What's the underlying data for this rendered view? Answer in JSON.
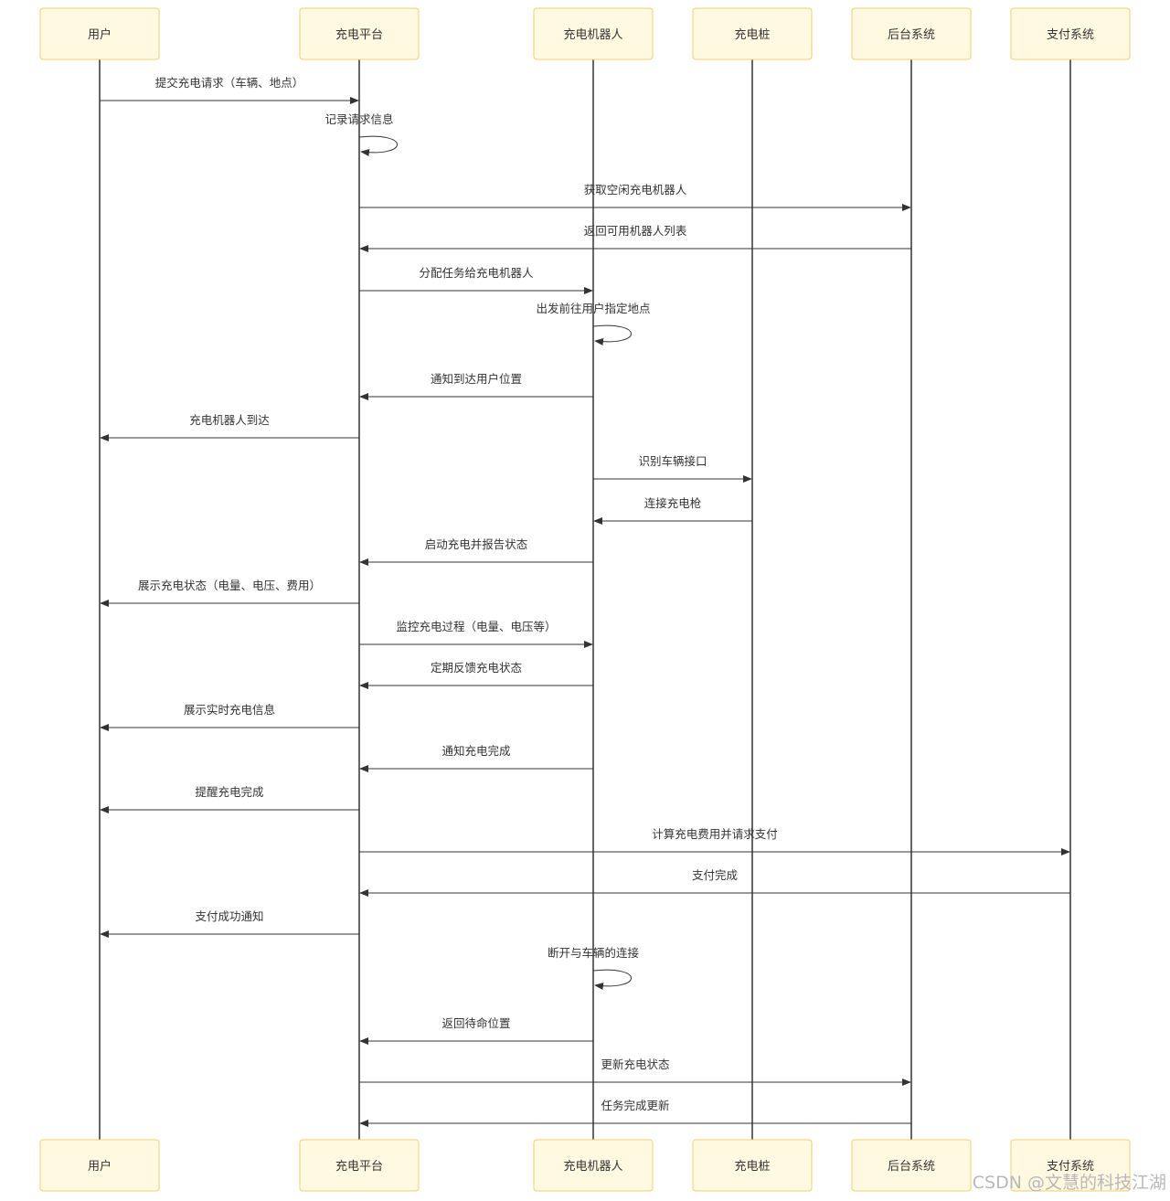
{
  "actors": [
    {
      "id": "user",
      "label": "用户"
    },
    {
      "id": "platform",
      "label": "充电平台"
    },
    {
      "id": "robot",
      "label": "充电机器人"
    },
    {
      "id": "pile",
      "label": "充电桩"
    },
    {
      "id": "backend",
      "label": "后台系统"
    },
    {
      "id": "payment",
      "label": "支付系统"
    }
  ],
  "messages": [
    {
      "from": "user",
      "to": "platform",
      "label": "提交充电请求（车辆、地点）"
    },
    {
      "from": "platform",
      "to": "platform",
      "label": "记录请求信息"
    },
    {
      "from": "platform",
      "to": "backend",
      "label": "获取空闲充电机器人"
    },
    {
      "from": "backend",
      "to": "platform",
      "label": "返回可用机器人列表"
    },
    {
      "from": "platform",
      "to": "robot",
      "label": "分配任务给充电机器人"
    },
    {
      "from": "robot",
      "to": "robot",
      "label": "出发前往用户指定地点"
    },
    {
      "from": "robot",
      "to": "platform",
      "label": "通知到达用户位置"
    },
    {
      "from": "platform",
      "to": "user",
      "label": "充电机器人到达"
    },
    {
      "from": "robot",
      "to": "pile",
      "label": "识别车辆接口"
    },
    {
      "from": "pile",
      "to": "robot",
      "label": "连接充电枪"
    },
    {
      "from": "robot",
      "to": "platform",
      "label": "启动充电并报告状态"
    },
    {
      "from": "platform",
      "to": "user",
      "label": "展示充电状态（电量、电压、费用）"
    },
    {
      "from": "platform",
      "to": "robot",
      "label": "监控充电过程（电量、电压等）"
    },
    {
      "from": "robot",
      "to": "platform",
      "label": "定期反馈充电状态"
    },
    {
      "from": "platform",
      "to": "user",
      "label": "展示实时充电信息"
    },
    {
      "from": "robot",
      "to": "platform",
      "label": "通知充电完成"
    },
    {
      "from": "platform",
      "to": "user",
      "label": "提醒充电完成"
    },
    {
      "from": "platform",
      "to": "payment",
      "label": "计算充电费用并请求支付"
    },
    {
      "from": "payment",
      "to": "platform",
      "label": "支付完成"
    },
    {
      "from": "platform",
      "to": "user",
      "label": "支付成功通知"
    },
    {
      "from": "robot",
      "to": "robot",
      "label": "断开与车辆的连接"
    },
    {
      "from": "robot",
      "to": "platform",
      "label": "返回待命位置"
    },
    {
      "from": "platform",
      "to": "backend",
      "label": "更新充电状态"
    },
    {
      "from": "backend",
      "to": "platform",
      "label": "任务完成更新"
    }
  ],
  "watermark": "CSDN @文慧的科技江湖",
  "colors": {
    "actor_fill": "#fff9e1",
    "actor_border": "#f2cf6b",
    "line": "#333333",
    "text": "#333333",
    "watermark": "#b8b8b8"
  }
}
